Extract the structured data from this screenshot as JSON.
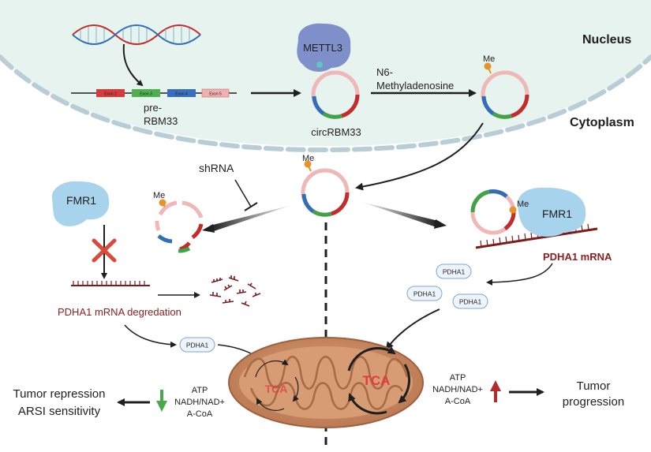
{
  "compartments": {
    "nucleus": "Nucleus",
    "cytoplasm": "Cytoplasm"
  },
  "pre_rna": {
    "label_line1": "pre-",
    "label_line2": "RBM33",
    "exons": [
      "Exon 2",
      "Exon 3",
      "Exon 4",
      "Exon 5"
    ]
  },
  "methylation": {
    "enzyme": "METTL3",
    "modification_line1": "N6-",
    "modification_line2": "Methyladenosine",
    "circ_label": "circRBM33",
    "mark": "Me"
  },
  "knockdown": {
    "shrna": "shRNA"
  },
  "left_path": {
    "protein": "FMR1",
    "degradation": "PDHA1 mRNA degredation",
    "pdha1": "PDHA1"
  },
  "right_path": {
    "protein": "FMR1",
    "mrna": "PDHA1 mRNA",
    "pdha1_items": [
      "PDHA1",
      "PDHA1",
      "PDHA1"
    ]
  },
  "mitochondria": {
    "cycle_left": "TCA",
    "cycle_right": "TCA"
  },
  "metabolites_left": {
    "lines": [
      "ATP",
      "NADH/NAD+",
      "A-CoA"
    ]
  },
  "metabolites_right": {
    "lines": [
      "ATP",
      "NADH/NAD+",
      "A-CoA"
    ]
  },
  "outcomes": {
    "left_line1": "Tumor repression",
    "left_line2": "ARSI sensitivity",
    "right_line1": "Tumor",
    "right_line2": "progression"
  },
  "colors": {
    "nucleus_fill": "#e7f3ef",
    "membrane": "#b9cdd6",
    "protein": "#a8d3ec",
    "mettl3": "#7f8fc9",
    "mrna": "#7a1d1d",
    "methyl": "#e6932a",
    "mito": "#c98a62",
    "up_arrow": "#b52a2a",
    "down_arrow": "#4aa84a",
    "circ_pink": "#efb7b7",
    "circ_red": "#c42b2b",
    "circ_blue": "#2f6fb6",
    "circ_green": "#3fa34a"
  }
}
